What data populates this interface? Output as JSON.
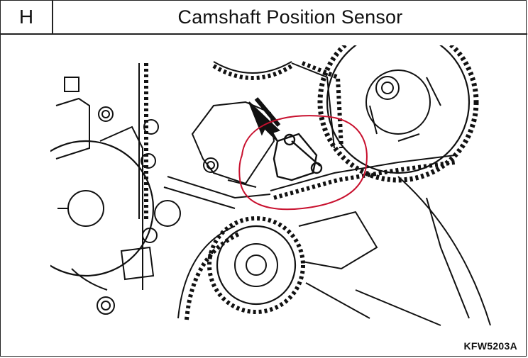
{
  "header": {
    "section_letter": "H",
    "title": "Camshaft Position Sensor"
  },
  "figure": {
    "code": "KFW5203A",
    "highlight_color": "#c8102e",
    "line_color": "#111111"
  }
}
